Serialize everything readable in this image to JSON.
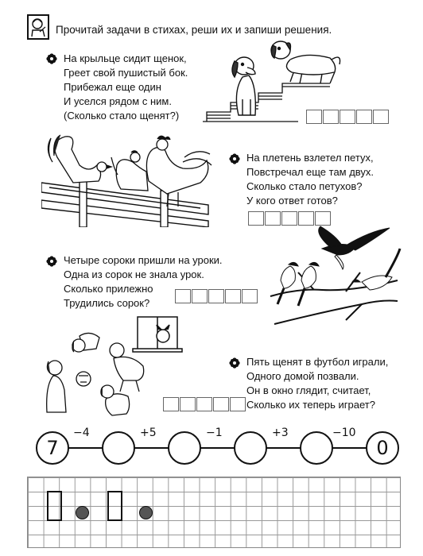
{
  "header": {
    "instruction": "Прочитай задачи в стихах, реши их и запиши решения.",
    "icon": "child-writing-icon"
  },
  "problems": [
    {
      "lines": [
        "На крыльце сидит щенок,",
        "Греет свой пушистый бок.",
        "Прибежал еще один",
        "И уселся рядом с ним.",
        "(Сколько стало щенят?)"
      ],
      "answer_boxes": 5,
      "illustration": "two-puppies-on-porch"
    },
    {
      "lines": [
        "На плетень взлетел петух,",
        "Повстречал еще там двух.",
        "Сколько стало петухов?",
        "У кого ответ готов?"
      ],
      "answer_boxes": 5,
      "illustration": "three-roosters-on-fence"
    },
    {
      "lines": [
        "Четыре сороки пришли на уроки.",
        "Одна из сорок не знала урок.",
        "Сколько прилежно",
        "Трудились сорок?"
      ],
      "answer_boxes": 5,
      "illustration": "magpies-on-branch"
    },
    {
      "lines": [
        "Пять щенят в футбол играли,",
        "Одного домой позвали.",
        "Он в окно глядит, считает,",
        "Сколько их теперь играет?"
      ],
      "answer_boxes": 5,
      "illustration": "puppies-playing-football"
    }
  ],
  "chain": {
    "start": "7",
    "operations": [
      "−4",
      "+5",
      "−1",
      "+3",
      "−10"
    ],
    "end": "0"
  },
  "grid": {
    "shapes": [
      "rectangle",
      "filled-circle",
      "rectangle",
      "filled-circle"
    ]
  },
  "colors": {
    "ink": "#111111",
    "grid_line": "#888888",
    "dot_fill": "#555555"
  }
}
